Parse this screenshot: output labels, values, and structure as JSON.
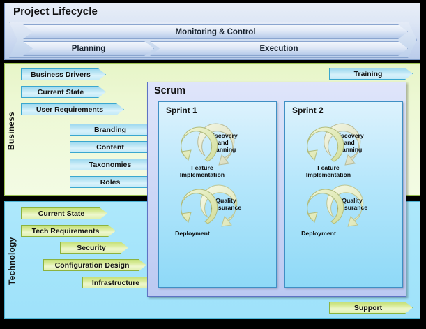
{
  "header": {
    "title": "Project Lifecycle",
    "bars": [
      {
        "id": "monitoring",
        "label": "Monitoring  & Control"
      },
      {
        "id": "planning",
        "label": "Planning"
      },
      {
        "id": "execution",
        "label": "Execution"
      }
    ]
  },
  "business": {
    "label": "Business",
    "accent": "#9fd9ef",
    "background": "#edf8d4",
    "tags": [
      {
        "label": "Business Drivers",
        "style": "blue"
      },
      {
        "label": "Current State",
        "style": "blue"
      },
      {
        "label": "User Requirements",
        "style": "blue"
      },
      {
        "label": "Branding",
        "style": "blue"
      },
      {
        "label": "Content",
        "style": "blue"
      },
      {
        "label": "Taxonomies",
        "style": "blue"
      },
      {
        "label": "Roles",
        "style": "blue"
      }
    ]
  },
  "technology": {
    "label": "Technology",
    "accent": "#c5e07a",
    "background": "#a6e5fb",
    "tags": [
      {
        "label": "Current State",
        "style": "green"
      },
      {
        "label": "Tech Requirements",
        "style": "green"
      },
      {
        "label": "Security",
        "style": "green"
      },
      {
        "label": "Configuration Design",
        "style": "green"
      },
      {
        "label": "Infrastructure",
        "style": "green"
      }
    ]
  },
  "scrum": {
    "title": "Scrum",
    "sprints": [
      {
        "title": "Sprint 1",
        "stages": [
          {
            "line1": "Discovery",
            "line2": "and",
            "line3": "Planning"
          },
          {
            "line1": "Feature",
            "line2": "Implementation",
            "line3": ""
          },
          {
            "line1": "Quality",
            "line2": "Assurance",
            "line3": ""
          },
          {
            "line1": "Deployment",
            "line2": "",
            "line3": ""
          }
        ]
      },
      {
        "title": "Sprint 2",
        "stages": [
          {
            "line1": "Discovery",
            "line2": "and",
            "line3": "Planning"
          },
          {
            "line1": "Feature",
            "line2": "Implementation",
            "line3": ""
          },
          {
            "line1": "Quality",
            "line2": "Assurance",
            "line3": ""
          },
          {
            "line1": "Deployment",
            "line2": "",
            "line3": ""
          }
        ]
      }
    ]
  },
  "side_tags": [
    {
      "label": "Training",
      "style": "blue"
    },
    {
      "label": "Support",
      "style": "green"
    }
  ]
}
